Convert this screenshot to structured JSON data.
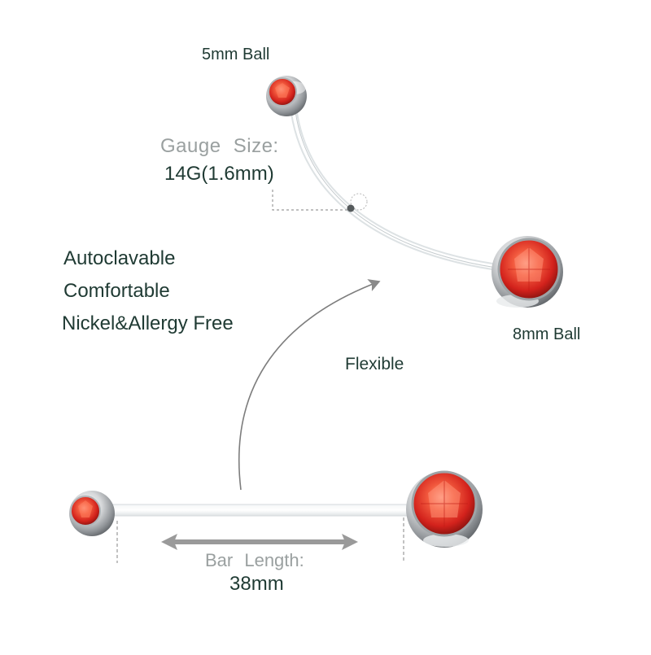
{
  "labels": {
    "small_ball": "5mm Ball",
    "large_ball": "8mm Ball",
    "gauge_title": "Gauge  Size:",
    "gauge_value": "14G(1.6mm)",
    "flexible": "Flexible",
    "bar_length_title": "Bar  Length:",
    "bar_length_value": "38mm"
  },
  "features": [
    "Autoclavable",
    "Comfortable",
    "Nickel&Allergy Free"
  ],
  "colors": {
    "gem": "#e8302a",
    "gem_highlight": "#ff8a6e",
    "metal": "#c9cccf",
    "text_dark": "#1f3a33",
    "text_gray": "#9aa0a0"
  }
}
